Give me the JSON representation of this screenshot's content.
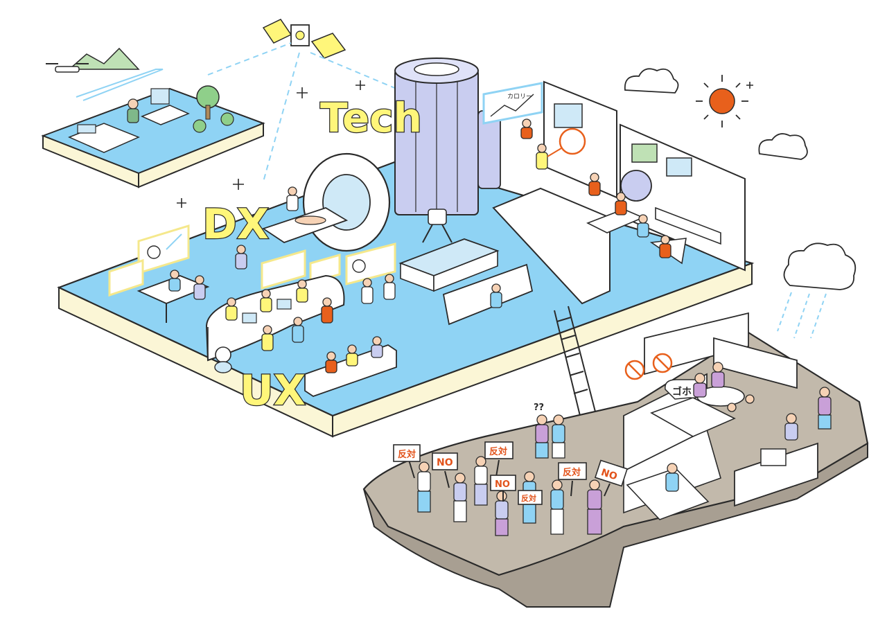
{
  "labels": {
    "tech": "Tech",
    "dx": "DX",
    "ux": "UX"
  },
  "chart_label": "カロリー",
  "signs": {
    "hantai": "反対",
    "no": "NO"
  },
  "speech": {
    "confused": "??",
    "snore": "ゴホ"
  },
  "icons": [
    "satellite-icon",
    "drone-icon",
    "sun-icon",
    "cloud-icon",
    "rain-cloud-icon",
    "sparkle-icon",
    "mri-scanner-icon",
    "robot-icon",
    "ladder-icon",
    "no-pills-icon",
    "no-stairs-icon"
  ],
  "colors": {
    "floor_blue": "#8fd3f4",
    "slab_cream": "#fbf6d6",
    "ground_gray": "#c2b9ab",
    "label_yellow": "#fff67a",
    "sun_orange": "#e8601c",
    "sign_orange": "#e2531b",
    "screen_frame": "#f5e88c"
  }
}
